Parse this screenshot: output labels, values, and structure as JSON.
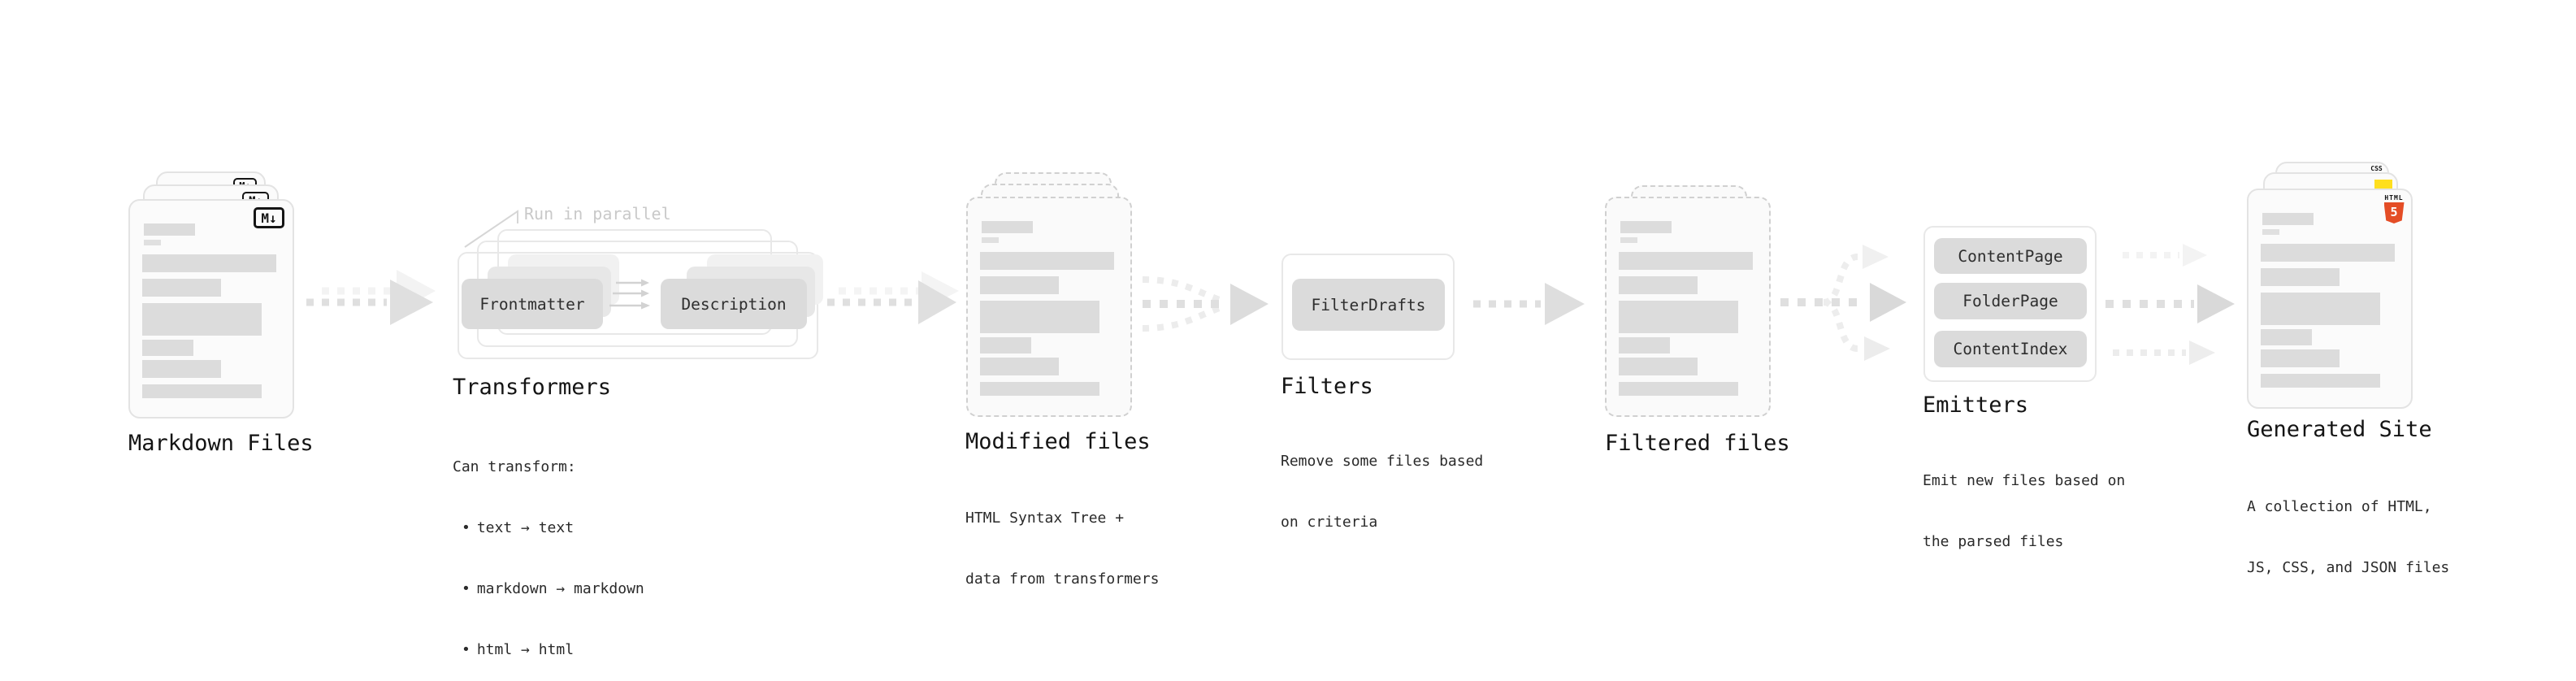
{
  "canvas": {
    "background": "#ffffff"
  },
  "sections": {
    "markdown": {
      "title": "Markdown Files",
      "icon_text": "M↓"
    },
    "transformers": {
      "title": "Transformers",
      "annotation": "Run in parallel",
      "node_frontmatter": "Frontmatter",
      "node_description": "Description",
      "desc_heading": "Can transform:",
      "bullet_char": "•",
      "bullets": [
        "text → text",
        "markdown → markdown",
        "html → html"
      ]
    },
    "modified": {
      "title": "Modified files",
      "subtitle": [
        "HTML Syntax Tree +",
        "data from transformers"
      ]
    },
    "filters": {
      "title": "Filters",
      "subtitle": [
        "Remove some files based",
        "on criteria"
      ],
      "node": "FilterDrafts"
    },
    "filtered": {
      "title": "Filtered files"
    },
    "emitters": {
      "title": "Emitters",
      "subtitle": [
        "Emit new files based on",
        "the parsed files"
      ],
      "nodes": [
        "ContentPage",
        "FolderPage",
        "ContentIndex"
      ]
    },
    "generated": {
      "title": "Generated Site",
      "subtitle": [
        "A collection of HTML,",
        "JS, CSS, and JSON files"
      ],
      "css_badge": "CSS",
      "html5_badge": {
        "label": "HTML",
        "number": "5"
      }
    }
  },
  "colors": {
    "html5_orange": "#e44d26",
    "js_yellow": "#ffdf1e",
    "css_blue": "#2965f1",
    "markdown_icon_black": "#151515",
    "node_fill": "#dbdbdb",
    "arrow_gray": "#dfdfdf",
    "arrow_ghost_gray": "#f3f3f3",
    "title_text": "#141414",
    "body_text": "#2a2a2a",
    "annotation_gray": "#c9c9c9"
  }
}
